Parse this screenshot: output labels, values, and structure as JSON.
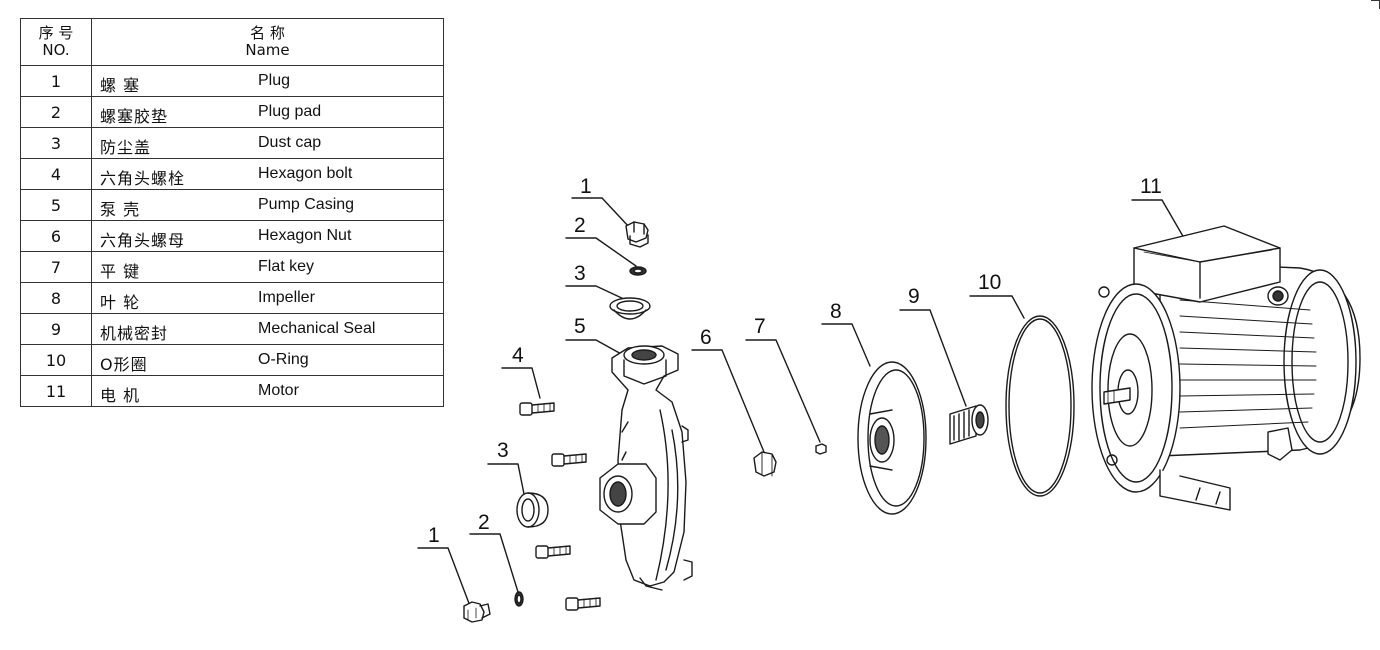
{
  "table": {
    "header": {
      "no_cn": "序 号",
      "no_en": "NO.",
      "name_cn": "名 称",
      "name_en": "Name"
    },
    "rows": [
      {
        "no": "1",
        "cn": "螺 塞",
        "en": "Plug"
      },
      {
        "no": "2",
        "cn": "螺塞胶垫",
        "en": "Plug pad"
      },
      {
        "no": "3",
        "cn": "防尘盖",
        "en": "Dust cap"
      },
      {
        "no": "4",
        "cn": "六角头螺栓",
        "en": "Hexagon bolt"
      },
      {
        "no": "5",
        "cn": "泵 壳",
        "en": "Pump Casing"
      },
      {
        "no": "6",
        "cn": "六角头螺母",
        "en": "Hexagon Nut"
      },
      {
        "no": "7",
        "cn": "平 键",
        "en": "Flat key"
      },
      {
        "no": "8",
        "cn": "叶 轮",
        "en": "Impeller"
      },
      {
        "no": "9",
        "cn": "机械密封",
        "en": "Mechanical Seal"
      },
      {
        "no": "10",
        "cn": "O形圈",
        "en": "O-Ring"
      },
      {
        "no": "11",
        "cn": "电 机",
        "en": "Motor"
      }
    ]
  },
  "callouts": {
    "c1_top": "1",
    "c2_top": "2",
    "c3_top": "3",
    "c5": "5",
    "c4": "4",
    "c6": "6",
    "c7": "7",
    "c8": "8",
    "c9": "9",
    "c10": "10",
    "c11": "11",
    "c3_low": "3",
    "c1_low": "1",
    "c2_low": "2"
  }
}
